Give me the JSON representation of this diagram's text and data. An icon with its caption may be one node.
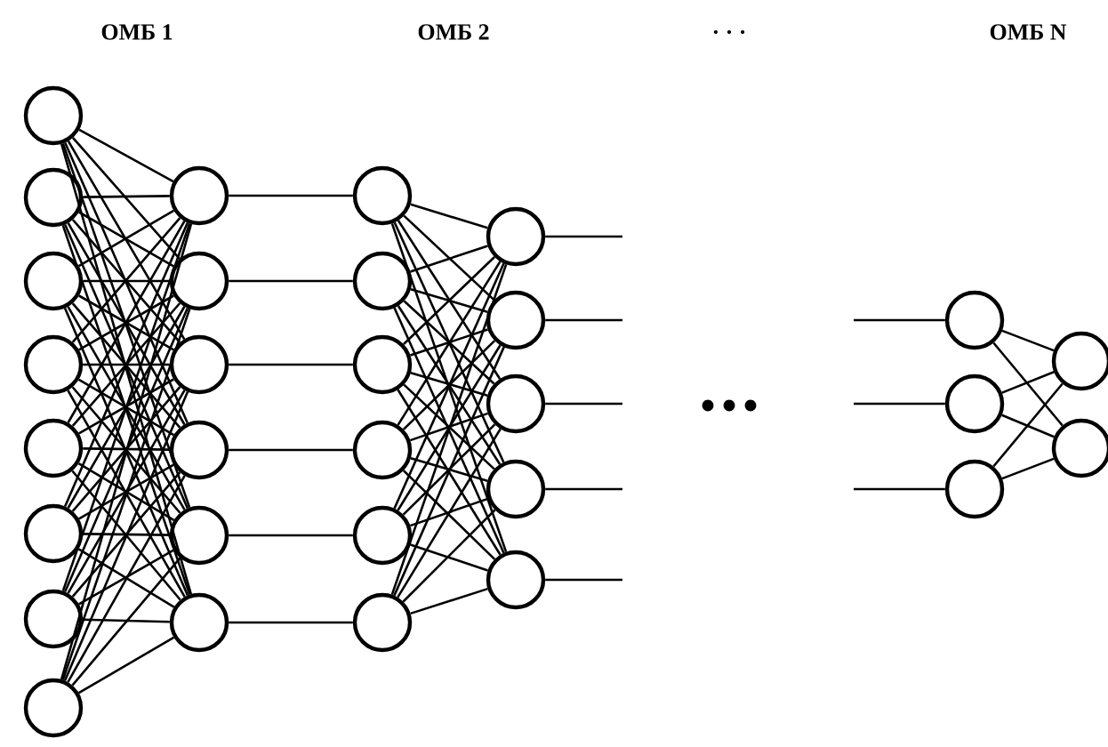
{
  "diagram": {
    "nodes": [
      {
        "text": [],
        "shape": "circle"
      },
      {
        "text": [],
        "shape": "circle"
      },
      {
        "text": [],
        "shape": "circle"
      },
      {
        "text": [],
        "shape": "circle"
      },
      {
        "text": [],
        "shape": "circle"
      },
      {
        "text": [],
        "shape": "circle"
      },
      {
        "text": [],
        "shape": "circle"
      },
      {
        "text": [],
        "shape": "circle"
      },
      {
        "text": [],
        "shape": "circle"
      },
      {
        "text": [],
        "shape": "circle"
      },
      {
        "text": [],
        "shape": "circle"
      },
      {
        "text": [],
        "shape": "circle"
      },
      {
        "text": [],
        "shape": "circle"
      },
      {
        "text": [],
        "shape": "circle"
      },
      {
        "text": [],
        "shape": "circle"
      },
      {
        "text": [],
        "shape": "circle"
      },
      {
        "text": [],
        "shape": "circle"
      },
      {
        "text": [],
        "shape": "circle"
      },
      {
        "text": [],
        "shape": "circle"
      },
      {
        "text": [],
        "shape": "circle"
      },
      {
        "text": [],
        "shape": "circle"
      },
      {
        "text": [],
        "shape": "circle"
      },
      {
        "text": [],
        "shape": "circle"
      },
      {
        "text": [],
        "shape": "circle"
      },
      {
        "text": [],
        "shape": "circle"
      },
      {
        "text": [],
        "shape": "circle"
      },
      {
        "text": [],
        "shape": "circle"
      },
      {
        "text": [],
        "shape": "circle"
      },
      {
        "text": [],
        "shape": "circle"
      },
      {
        "text": [],
        "shape": "circle"
      }
    ],
    "edges": [
      {
        "from": 0,
        "to": 8,
        "arrow": "none"
      },
      {
        "from": 0,
        "to": 9,
        "arrow": "none"
      },
      {
        "from": 0,
        "to": 10,
        "arrow": "none"
      },
      {
        "from": 0,
        "to": 11,
        "arrow": "none"
      },
      {
        "from": 0,
        "to": 12,
        "arrow": "none"
      },
      {
        "from": 0,
        "to": 13,
        "arrow": "none"
      },
      {
        "from": 1,
        "to": 8,
        "arrow": "none"
      },
      {
        "from": 1,
        "to": 9,
        "arrow": "none"
      },
      {
        "from": 1,
        "to": 10,
        "arrow": "none"
      },
      {
        "from": 1,
        "to": 11,
        "arrow": "none"
      },
      {
        "from": 1,
        "to": 12,
        "arrow": "none"
      },
      {
        "from": 1,
        "to": 13,
        "arrow": "none"
      },
      {
        "from": 2,
        "to": 8,
        "arrow": "none"
      },
      {
        "from": 2,
        "to": 9,
        "arrow": "none"
      },
      {
        "from": 2,
        "to": 10,
        "arrow": "none"
      },
      {
        "from": 2,
        "to": 11,
        "arrow": "none"
      },
      {
        "from": 2,
        "to": 12,
        "arrow": "none"
      },
      {
        "from": 2,
        "to": 13,
        "arrow": "none"
      },
      {
        "from": 3,
        "to": 8,
        "arrow": "none"
      },
      {
        "from": 3,
        "to": 9,
        "arrow": "none"
      },
      {
        "from": 3,
        "to": 10,
        "arrow": "none"
      },
      {
        "from": 3,
        "to": 11,
        "arrow": "none"
      },
      {
        "from": 3,
        "to": 12,
        "arrow": "none"
      },
      {
        "from": 3,
        "to": 13,
        "arrow": "none"
      },
      {
        "from": 4,
        "to": 8,
        "arrow": "none"
      },
      {
        "from": 4,
        "to": 9,
        "arrow": "none"
      },
      {
        "from": 4,
        "to": 10,
        "arrow": "none"
      },
      {
        "from": 4,
        "to": 11,
        "arrow": "none"
      },
      {
        "from": 4,
        "to": 12,
        "arrow": "none"
      },
      {
        "from": 4,
        "to": 13,
        "arrow": "none"
      },
      {
        "from": 5,
        "to": 8,
        "arrow": "none"
      },
      {
        "from": 5,
        "to": 9,
        "arrow": "none"
      },
      {
        "from": 5,
        "to": 10,
        "arrow": "none"
      },
      {
        "from": 5,
        "to": 11,
        "arrow": "none"
      },
      {
        "from": 5,
        "to": 12,
        "arrow": "none"
      },
      {
        "from": 5,
        "to": 13,
        "arrow": "none"
      },
      {
        "from": 6,
        "to": 8,
        "arrow": "none"
      },
      {
        "from": 6,
        "to": 9,
        "arrow": "none"
      },
      {
        "from": 6,
        "to": 10,
        "arrow": "none"
      },
      {
        "from": 6,
        "to": 11,
        "arrow": "none"
      },
      {
        "from": 6,
        "to": 12,
        "arrow": "none"
      },
      {
        "from": 6,
        "to": 13,
        "arrow": "none"
      },
      {
        "from": 7,
        "to": 8,
        "arrow": "none"
      },
      {
        "from": 7,
        "to": 9,
        "arrow": "none"
      },
      {
        "from": 7,
        "to": 10,
        "arrow": "none"
      },
      {
        "from": 7,
        "to": 11,
        "arrow": "none"
      },
      {
        "from": 7,
        "to": 12,
        "arrow": "none"
      },
      {
        "from": 7,
        "to": 13,
        "arrow": "none"
      },
      {
        "from": 8,
        "to": 14,
        "arrow": "none"
      },
      {
        "from": 9,
        "to": 15,
        "arrow": "none"
      },
      {
        "from": 10,
        "to": 16,
        "arrow": "none"
      },
      {
        "from": 11,
        "to": 17,
        "arrow": "none"
      },
      {
        "from": 12,
        "to": 18,
        "arrow": "none"
      },
      {
        "from": 13,
        "to": 19,
        "arrow": "none"
      },
      {
        "from": 14,
        "to": 20,
        "arrow": "none"
      },
      {
        "from": 14,
        "to": 21,
        "arrow": "none"
      },
      {
        "from": 14,
        "to": 22,
        "arrow": "none"
      },
      {
        "from": 14,
        "to": 23,
        "arrow": "none"
      },
      {
        "from": 14,
        "to": 24,
        "arrow": "none"
      },
      {
        "from": 15,
        "to": 20,
        "arrow": "none"
      },
      {
        "from": 15,
        "to": 21,
        "arrow": "none"
      },
      {
        "from": 15,
        "to": 22,
        "arrow": "none"
      },
      {
        "from": 15,
        "to": 23,
        "arrow": "none"
      },
      {
        "from": 15,
        "to": 24,
        "arrow": "none"
      },
      {
        "from": 16,
        "to": 20,
        "arrow": "none"
      },
      {
        "from": 16,
        "to": 21,
        "arrow": "none"
      },
      {
        "from": 16,
        "to": 22,
        "arrow": "none"
      },
      {
        "from": 16,
        "to": 23,
        "arrow": "none"
      },
      {
        "from": 16,
        "to": 24,
        "arrow": "none"
      },
      {
        "from": 17,
        "to": 20,
        "arrow": "none"
      },
      {
        "from": 17,
        "to": 21,
        "arrow": "none"
      },
      {
        "from": 17,
        "to": 22,
        "arrow": "none"
      },
      {
        "from": 17,
        "to": 23,
        "arrow": "none"
      },
      {
        "from": 17,
        "to": 24,
        "arrow": "none"
      },
      {
        "from": 18,
        "to": 20,
        "arrow": "none"
      },
      {
        "from": 18,
        "to": 21,
        "arrow": "none"
      },
      {
        "from": 18,
        "to": 22,
        "arrow": "none"
      },
      {
        "from": 18,
        "to": 23,
        "arrow": "none"
      },
      {
        "from": 18,
        "to": 24,
        "arrow": "none"
      },
      {
        "from": 19,
        "to": 20,
        "arrow": "none"
      },
      {
        "from": 19,
        "to": 21,
        "arrow": "none"
      },
      {
        "from": 19,
        "to": 22,
        "arrow": "none"
      },
      {
        "from": 19,
        "to": 23,
        "arrow": "none"
      },
      {
        "from": 19,
        "to": 24,
        "arrow": "none"
      },
      {
        "from": 20,
        "to": null,
        "arrow": "none"
      },
      {
        "from": 21,
        "to": null,
        "arrow": "none"
      },
      {
        "from": 22,
        "to": null,
        "arrow": "none"
      },
      {
        "from": 23,
        "to": null,
        "arrow": "none"
      },
      {
        "from": 24,
        "to": null,
        "arrow": "none"
      },
      {
        "from": null,
        "to": 25,
        "arrow": "none"
      },
      {
        "from": null,
        "to": 26,
        "arrow": "none"
      },
      {
        "from": null,
        "to": 27,
        "arrow": "none"
      },
      {
        "from": 25,
        "to": 28,
        "arrow": "none"
      },
      {
        "from": 25,
        "to": 29,
        "arrow": "none"
      },
      {
        "from": 26,
        "to": 28,
        "arrow": "none"
      },
      {
        "from": 26,
        "to": 29,
        "arrow": "none"
      },
      {
        "from": 27,
        "to": 28,
        "arrow": "none"
      },
      {
        "from": 27,
        "to": 29,
        "arrow": "none"
      }
    ],
    "labels": [
      "ОМБ 1",
      "ОМБ 2",
      ". . .",
      "ОМБ N"
    ]
  }
}
